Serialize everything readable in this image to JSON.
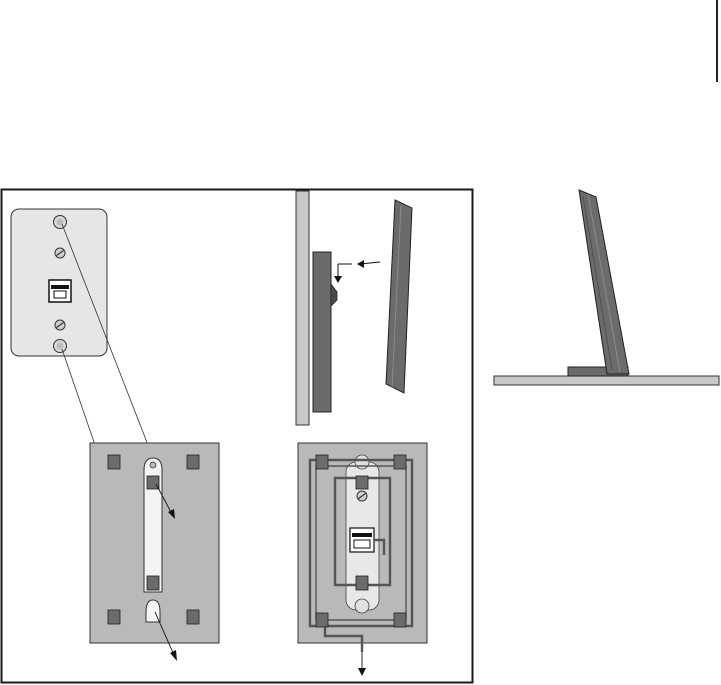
{
  "figure": {
    "panels": [
      {
        "id": "wall-jack-plate",
        "label": ""
      },
      {
        "id": "wall-side-view",
        "label": ""
      },
      {
        "id": "bracket-front",
        "label": ""
      },
      {
        "id": "bracket-with-cable",
        "label": ""
      },
      {
        "id": "table-stand-side-view",
        "label": ""
      }
    ]
  },
  "colors": {
    "outline": "#1a1a1a",
    "plate_fill": "#e6e6e6",
    "bracket_fill": "#b9b9b9",
    "device_fill": "#6b6b6b",
    "device_dark": "#4a4a4a",
    "wall_fill": "#c8c8c8",
    "cable": "#555555",
    "hole_fill": "#f2f2f2",
    "background": "#ffffff"
  },
  "icons": [
    "screw-icon",
    "phone-jack-icon",
    "arrow-icon",
    "mounting-hook-icon",
    "cable-icon"
  ]
}
